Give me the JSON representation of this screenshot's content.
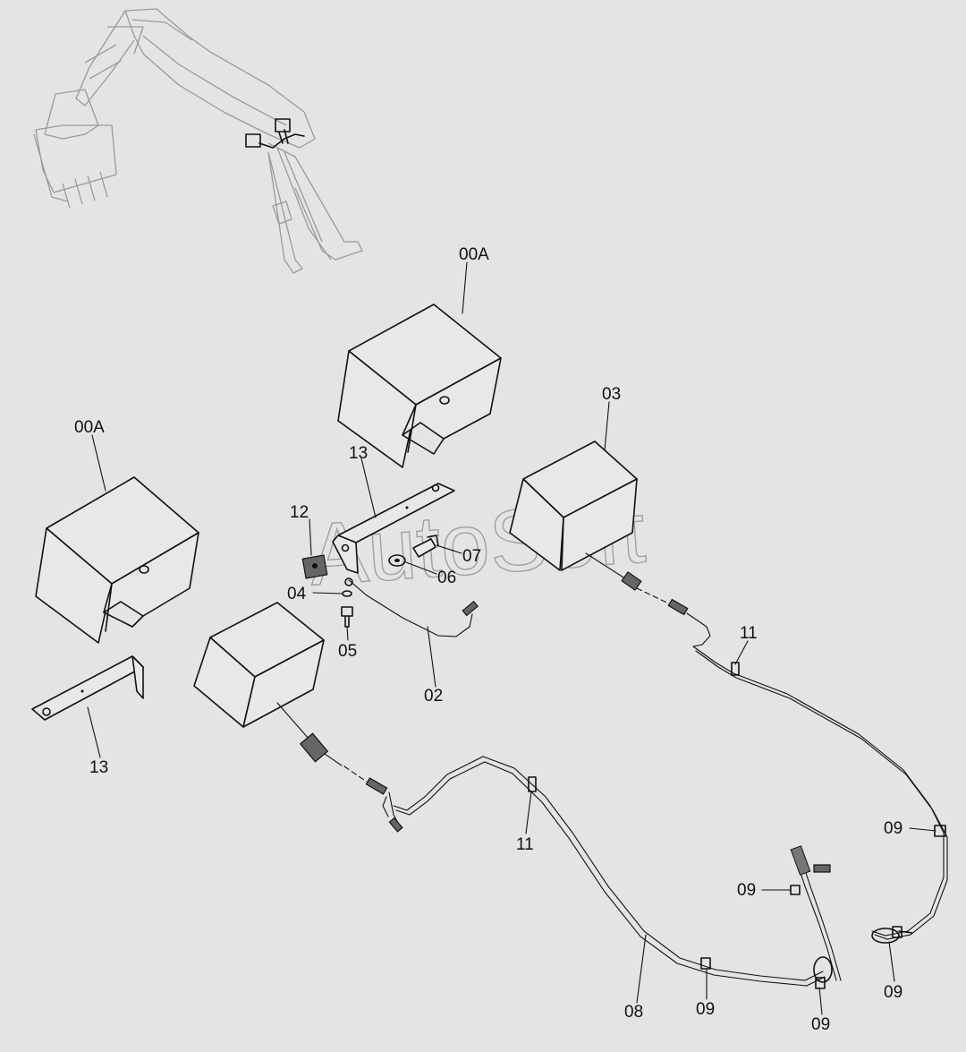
{
  "watermark": "AutoSoft",
  "callouts": {
    "bracket_upper": "13",
    "bracket_lower": "13",
    "cover_upper": "00A",
    "cover_left": "00A",
    "sensor_upper": "03",
    "nut": "12",
    "washer_small": "04",
    "screw": "05",
    "harness_short": "02",
    "washer_large": "06",
    "bolt": "07",
    "harness_long": "08",
    "clip_upper": "11",
    "clip_lower": "11",
    "clamp_a": "09",
    "clamp_b": "09",
    "clamp_c": "09",
    "clamp_d": "09",
    "clamp_e": "09"
  }
}
